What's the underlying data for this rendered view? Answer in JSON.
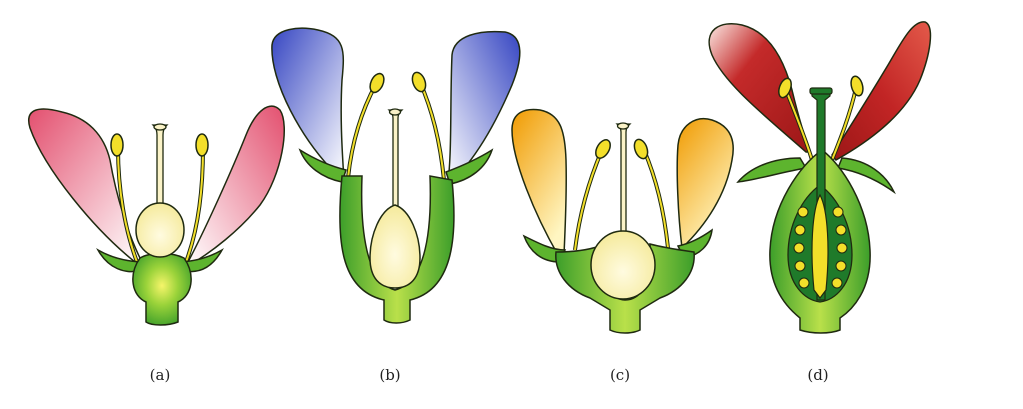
{
  "figure": {
    "panels": [
      {
        "label": "(a)",
        "petal_color": "#e05a78"
      },
      {
        "label": "(b)",
        "petal_color": "#3f55c2"
      },
      {
        "label": "(c)",
        "petal_color": "#f2a400"
      },
      {
        "label": "(d)",
        "petal_color": "#b51f1f"
      }
    ],
    "colors": {
      "stem_green": "#4cae2c",
      "dark_green": "#1f7a2a",
      "anther_yellow": "#f3df2a",
      "ovary_cream": "#fbf3c8",
      "outline": "#1f2a10"
    }
  }
}
